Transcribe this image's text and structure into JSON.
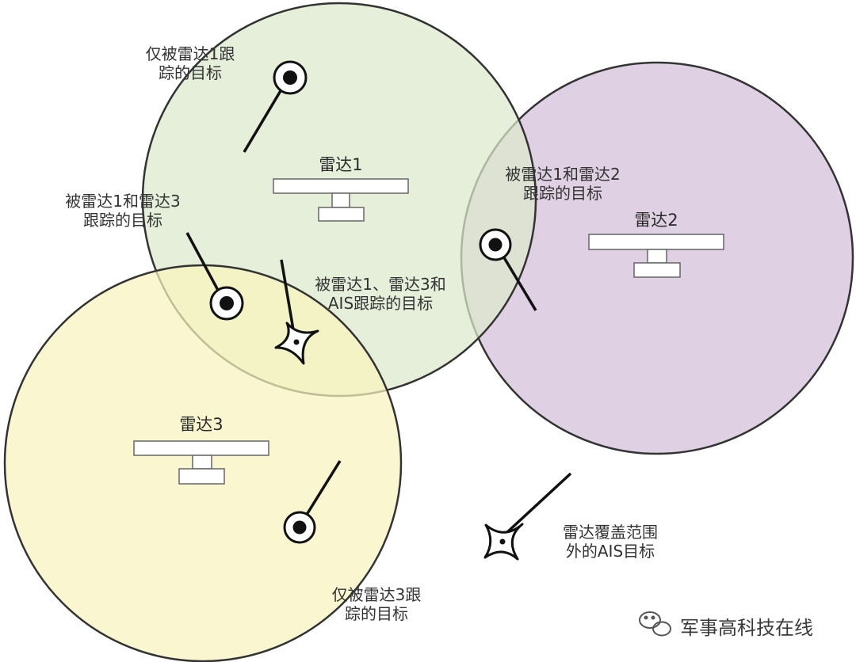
{
  "radars": [
    {
      "name": "雷达1",
      "color": "#dde9cc"
    },
    {
      "name": "雷达2",
      "color": "#dccce0"
    },
    {
      "name": "雷达3",
      "color": "#f8f4be"
    }
  ],
  "targets": {
    "only_radar1": {
      "label_line1": "仅被雷达1跟",
      "label_line2": "踪的目标",
      "symbol": "radar-track-icon"
    },
    "radar1_and_radar3": {
      "label_line1": "被雷达1和雷达3",
      "label_line2": "跟踪的目标",
      "symbol": "radar-track-icon"
    },
    "radar1_radar3_ais": {
      "label_line1": "被雷达1、雷达3和",
      "label_line2": "AIS跟踪的目标",
      "symbol": "ais-star-icon"
    },
    "radar1_and_radar2": {
      "label_line1": "被雷达1和雷达2",
      "label_line2": "跟踪的目标",
      "symbol": "radar-track-icon"
    },
    "only_radar3": {
      "label_line1": "仅被雷达3跟",
      "label_line2": "踪的目标",
      "symbol": "radar-track-icon"
    },
    "ais_outside": {
      "label_line1": "雷达覆盖范围",
      "label_line2": "外的AIS目标",
      "symbol": "ais-star-icon"
    }
  },
  "watermark": {
    "text": "军事高科技在线",
    "icon": "wechat-icon"
  }
}
